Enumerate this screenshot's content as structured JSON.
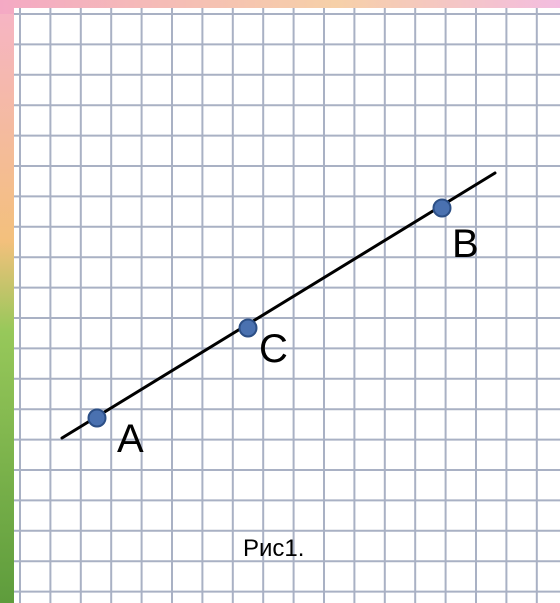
{
  "caption": "Рис1.",
  "points": [
    {
      "id": "A",
      "label": "A"
    },
    {
      "id": "C",
      "label": "C"
    },
    {
      "id": "B",
      "label": "B"
    }
  ],
  "colors": {
    "grid_line": "#a9b1c4",
    "grid_background": "#ffffff",
    "point_fill": "#4a71b0",
    "point_stroke": "#2c4f86",
    "segment": "#000000",
    "background_sky": "#f7b6c9",
    "background_grass": "#7fb84a"
  }
}
